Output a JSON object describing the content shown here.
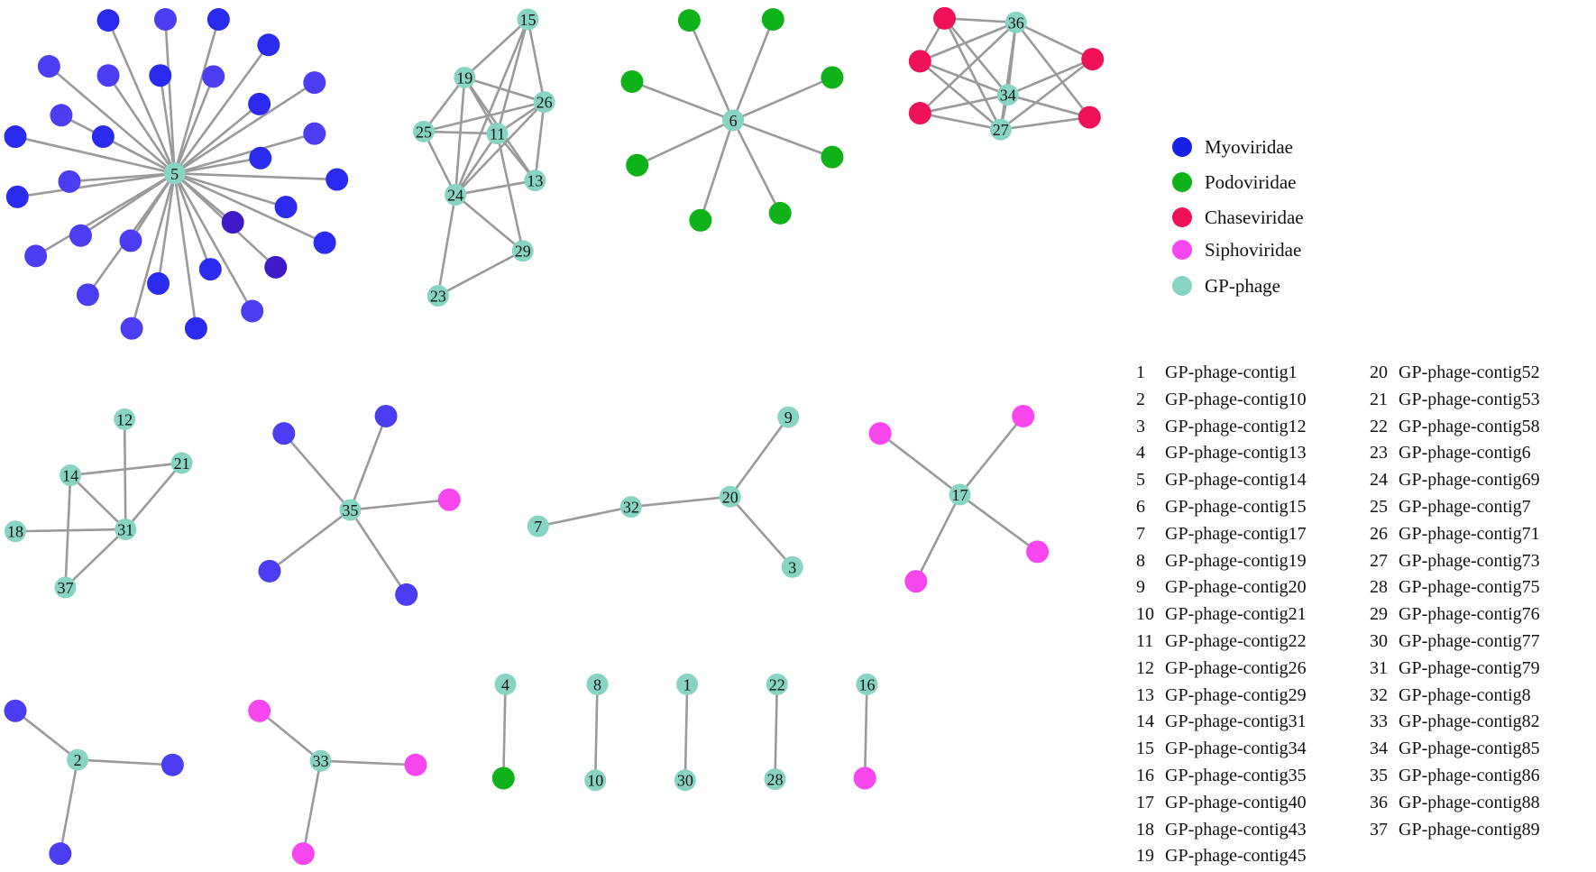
{
  "colors": {
    "myoviridae": "#2b2bf0",
    "myoviridae_alt": "#4a3df2",
    "myoviridae_dark": "#3d19c7",
    "podoviridae": "#10b219",
    "chaseviridae": "#ee1158",
    "siphoviridae": "#f846ee",
    "gp_phage": "#88d4c2",
    "edge": "#9a9a9a"
  },
  "legend": [
    {
      "label": "Myoviridae",
      "color": "#1621e6"
    },
    {
      "label": "Podoviridae",
      "color": "#10b219"
    },
    {
      "label": "Chaseviridae",
      "color": "#ee1158"
    },
    {
      "label": "Siphoviridae",
      "color": "#f846ee"
    },
    {
      "label": "GP-phage",
      "color": "#88d4c2"
    }
  ],
  "contig_list": [
    {
      "num": "1",
      "name": "GP-phage-contig1"
    },
    {
      "num": "2",
      "name": "GP-phage-contig10"
    },
    {
      "num": "3",
      "name": "GP-phage-contig12"
    },
    {
      "num": "4",
      "name": "GP-phage-contig13"
    },
    {
      "num": "5",
      "name": "GP-phage-contig14"
    },
    {
      "num": "6",
      "name": "GP-phage-contig15"
    },
    {
      "num": "7",
      "name": "GP-phage-contig17"
    },
    {
      "num": "8",
      "name": "GP-phage-contig19"
    },
    {
      "num": "9",
      "name": "GP-phage-contig20"
    },
    {
      "num": "10",
      "name": "GP-phage-contig21"
    },
    {
      "num": "11",
      "name": "GP-phage-contig22"
    },
    {
      "num": "12",
      "name": "GP-phage-contig26"
    },
    {
      "num": "13",
      "name": "GP-phage-contig29"
    },
    {
      "num": "14",
      "name": "GP-phage-contig31"
    },
    {
      "num": "15",
      "name": "GP-phage-contig34"
    },
    {
      "num": "16",
      "name": "GP-phage-contig35"
    },
    {
      "num": "17",
      "name": "GP-phage-contig40"
    },
    {
      "num": "18",
      "name": "GP-phage-contig43"
    },
    {
      "num": "19",
      "name": "GP-phage-contig45"
    },
    {
      "num": "20",
      "name": "GP-phage-contig52"
    },
    {
      "num": "21",
      "name": "GP-phage-contig53"
    },
    {
      "num": "22",
      "name": "GP-phage-contig58"
    },
    {
      "num": "23",
      "name": "GP-phage-contig6"
    },
    {
      "num": "24",
      "name": "GP-phage-contig69"
    },
    {
      "num": "25",
      "name": "GP-phage-contig7"
    },
    {
      "num": "26",
      "name": "GP-phage-contig71"
    },
    {
      "num": "27",
      "name": "GP-phage-contig73"
    },
    {
      "num": "28",
      "name": "GP-phage-contig75"
    },
    {
      "num": "29",
      "name": "GP-phage-contig76"
    },
    {
      "num": "30",
      "name": "GP-phage-contig77"
    },
    {
      "num": "31",
      "name": "GP-phage-contig79"
    },
    {
      "num": "32",
      "name": "GP-phage-contig8"
    },
    {
      "num": "33",
      "name": "GP-phage-contig82"
    },
    {
      "num": "34",
      "name": "GP-phage-contig85"
    },
    {
      "num": "35",
      "name": "GP-phage-contig86"
    },
    {
      "num": "36",
      "name": "GP-phage-contig88"
    },
    {
      "num": "37",
      "name": "GP-phage-contig89"
    }
  ]
}
